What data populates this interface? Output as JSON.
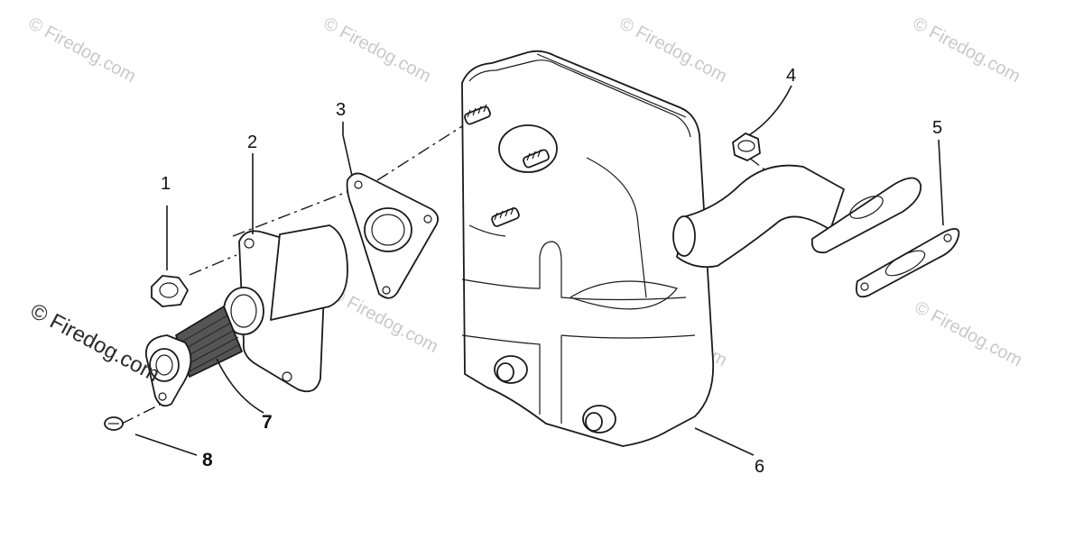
{
  "callouts": {
    "c1": "1",
    "c2": "2",
    "c3": "3",
    "c4": "4",
    "c5": "5",
    "c6": "6",
    "c7": "7",
    "c8": "8"
  },
  "watermark": {
    "text": "© Firedog.com"
  }
}
